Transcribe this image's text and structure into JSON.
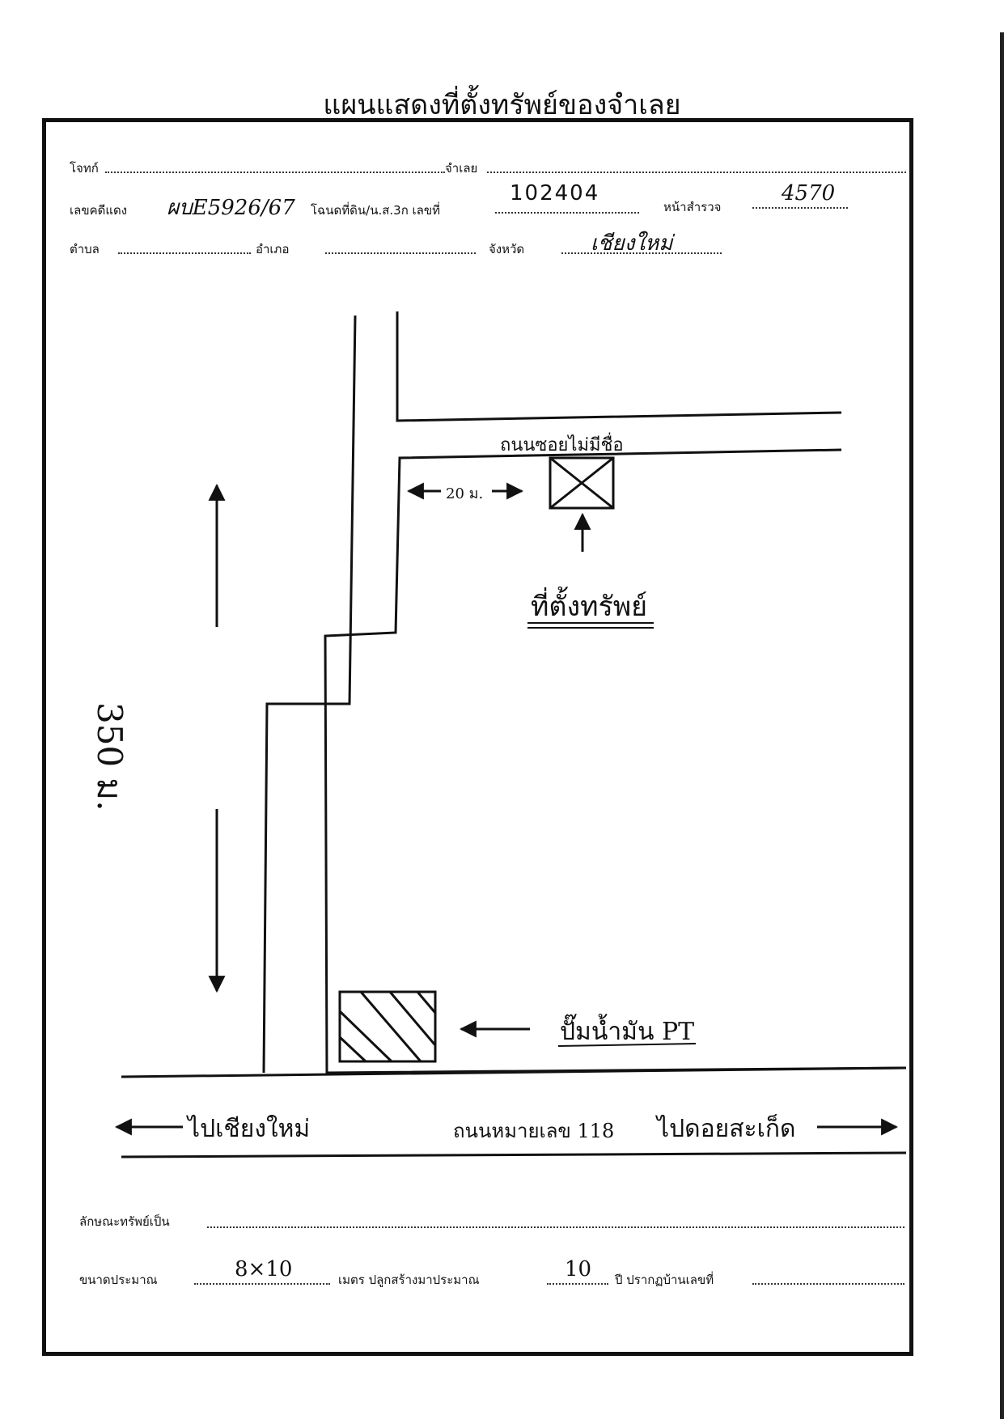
{
  "title": "แผนแสดงที่ตั้งทรัพย์ของจำเลย",
  "header": {
    "plaintiff_label": "โจทก์",
    "defendant_label": "จำเลย",
    "case_no_label": "เลขคดีแดง",
    "case_no_value": "ผบE5926/67",
    "deed_label": "โฉนดที่ดิน/น.ส.3ก เลขที่",
    "deed_value": "102404",
    "survey_page_label": "หน้าสำรวจ",
    "survey_page_value": "4570",
    "subdistrict_label": "ตำบล",
    "district_label": "อำเภอ",
    "province_label": "จังหวัด",
    "province_value": "เชียงใหม่"
  },
  "map": {
    "road_top_label": "ถนนซอยไม่มีชื่อ",
    "distance_label": "20 ม.",
    "property_label": "ที่ตั้งทรัพย์",
    "vertical_distance_label": "350 ม.",
    "gas_station_label": "ปั๊มน้ำมัน PT",
    "left_direction_label": "ไปเชียงใหม่",
    "highway_label": "ถนนหมายเลข 118",
    "right_direction_label": "ไปดอยสะเก็ด"
  },
  "footer": {
    "property_type_label": "ลักษณะทรัพย์เป็น",
    "size_label": "ขนาดประมาณ",
    "size_value": "8×10",
    "meter_built_label": "เมตร ปลูกสร้างมาประมาณ",
    "years_value": "10",
    "year_house_no_label": "ปี ปรากฏบ้านเลขที่"
  }
}
